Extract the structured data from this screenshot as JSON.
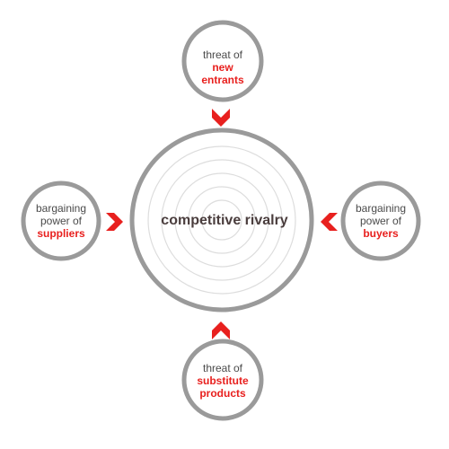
{
  "colors": {
    "ring": "#9a9a9a",
    "inner_ring": "#dddddd",
    "accent": "#e8201e",
    "text": "#4a4a4a"
  },
  "center": {
    "label": "competitive rivalry"
  },
  "nodes": {
    "top": {
      "plain": [
        "threat of"
      ],
      "accent": [
        "new",
        "entrants"
      ]
    },
    "left": {
      "plain": [
        "bargaining",
        "power of"
      ],
      "accent": [
        "suppliers"
      ]
    },
    "right": {
      "plain": [
        "bargaining",
        "power of"
      ],
      "accent": [
        "buyers"
      ]
    },
    "bottom": {
      "plain": [
        "threat of"
      ],
      "accent": [
        "substitute",
        "products"
      ]
    }
  },
  "icons": {
    "arrows": "chevron-icon"
  }
}
